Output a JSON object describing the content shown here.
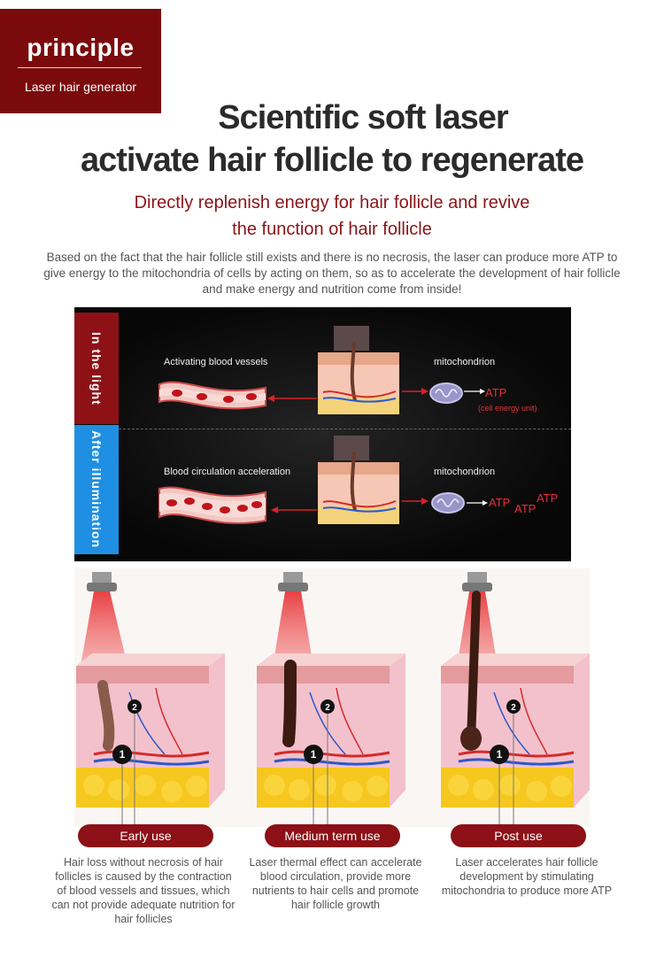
{
  "badge": {
    "title": "principle",
    "subtitle": "Laser hair generator"
  },
  "headline": {
    "line1": "Scientific soft laser",
    "line2": "activate hair follicle to regenerate"
  },
  "subheadline": {
    "line1": "Directly replenish energy for hair follicle and revive",
    "line2": "the function of hair follicle"
  },
  "description": "Based on the fact that the hair follicle still exists and there is no necrosis, the laser can produce more ATP to give energy to the mitochondria of cells by acting on them, so as to accelerate the development of hair follicle and make energy and nutrition come from inside!",
  "panel": {
    "tab_top": "In the light",
    "tab_bottom": "After illumination",
    "top": {
      "left_label": "Activating blood vessels",
      "right_label": "mitochondrion",
      "atp": "ATP",
      "atp_note": "(cell energy unit)"
    },
    "bottom": {
      "left_label": "Blood circulation acceleration",
      "right_label": "mitochondrion",
      "atp1": "ATP",
      "atp2": "ATP",
      "atp3": "ATP"
    }
  },
  "stages": [
    {
      "label": "Early use",
      "caption": "Hair loss without necrosis of hair follicles is caused by the contraction of blood vessels and tissues, which can not provide adequate nutrition for hair follicles"
    },
    {
      "label": "Medium term use",
      "caption": "Laser thermal effect can accelerate blood circulation, provide more nutrients to hair cells and promote hair follicle growth"
    },
    {
      "label": "Post use",
      "caption": "Laser accelerates hair follicle development by stimulating mitochondria to produce more ATP"
    }
  ],
  "markers": {
    "one": "1",
    "two": "2"
  },
  "colors": {
    "brand_red": "#7a0a0c",
    "accent_red": "#8b1417",
    "tab_blue": "#1f8fe3",
    "atp_red": "#e73038"
  }
}
